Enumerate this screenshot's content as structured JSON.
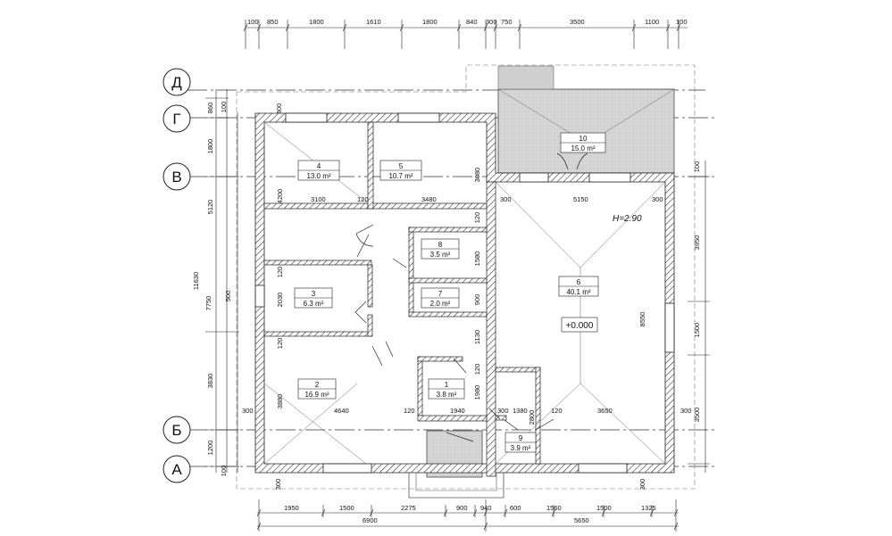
{
  "axes": [
    "Д",
    "Г",
    "В",
    "Б",
    "А"
  ],
  "top_dims": [
    "100",
    "850",
    "1800",
    "1610",
    "1800",
    "840",
    "300",
    "750",
    "3500",
    "1100",
    "100"
  ],
  "bottom_dims": [
    "1950",
    "1500",
    "2275",
    "900",
    "940",
    "600",
    "1560",
    "1500",
    "1325"
  ],
  "bottom_totals": [
    "6900",
    "5650"
  ],
  "left_dims": {
    "outer": [
      "860",
      "1800",
      "5120",
      "3830",
      "1200"
    ],
    "small": [
      "100",
      "100"
    ],
    "total": "11630",
    "mid": "7750",
    "extra": [
      "4200",
      "2030",
      "3880",
      "120",
      "120",
      "500"
    ]
  },
  "right_dims": [
    "100",
    "3950",
    "1500",
    "3500",
    "8550",
    "3080",
    "1580",
    "900",
    "1130",
    "1980",
    "120",
    "120",
    "2800",
    "300",
    "300"
  ],
  "inner_dims": [
    "3100",
    "120",
    "3480",
    "300",
    "5150",
    "300",
    "4640",
    "120",
    "1940",
    "300",
    "1380",
    "120",
    "3650",
    "300",
    "300",
    "300",
    "300"
  ],
  "rooms": [
    {
      "num": "1",
      "area": "3.8 m²"
    },
    {
      "num": "2",
      "area": "16.9 m²"
    },
    {
      "num": "3",
      "area": "6.3 m²"
    },
    {
      "num": "4",
      "area": "13.0 m²"
    },
    {
      "num": "5",
      "area": "10.7 m²"
    },
    {
      "num": "6",
      "area": "40.1 m²"
    },
    {
      "num": "7",
      "area": "2.0 m²"
    },
    {
      "num": "8",
      "area": "3.5 m²"
    },
    {
      "num": "9",
      "area": "3.9 m²"
    },
    {
      "num": "10",
      "area": "15.0 m²"
    }
  ],
  "height_label": "H=2.90",
  "level_label": "+0.000"
}
